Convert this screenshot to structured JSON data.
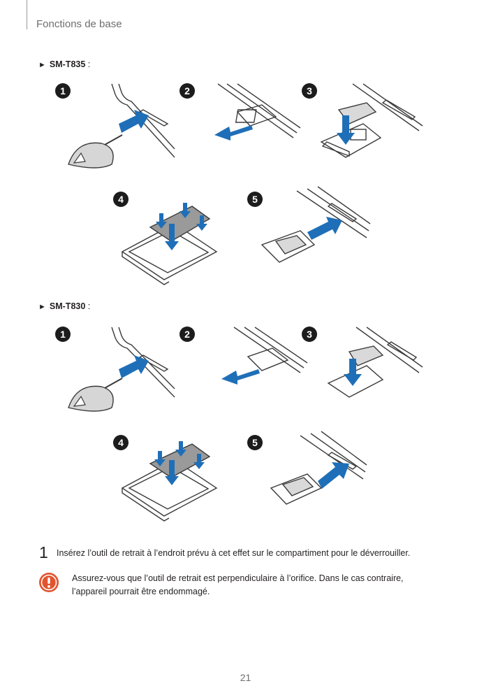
{
  "header": {
    "title": "Fonctions de base"
  },
  "sections": [
    {
      "marker": "►",
      "model": "SM-T835",
      "colon": " :"
    },
    {
      "marker": "►",
      "model": "SM-T830",
      "colon": " :"
    }
  ],
  "steps": [
    "1",
    "2",
    "3",
    "4",
    "5"
  ],
  "instruction": {
    "number": "1",
    "text": "Insérez l’outil de retrait à l’endroit prévu à cet effet sur le compartiment pour le déverrouiller."
  },
  "caution": {
    "icon": "caution-icon",
    "line1": "Assurez-vous que l’outil de retrait est perpendiculaire à l’orifice. Dans le cas contraire,",
    "line2": "l’appareil pourrait être endommagé."
  },
  "page_number": "21",
  "colors": {
    "badge": "#1c1c1c",
    "arrow": "#1f6fb8",
    "caution": "#e2542f",
    "outline": "#3a3a3a"
  }
}
